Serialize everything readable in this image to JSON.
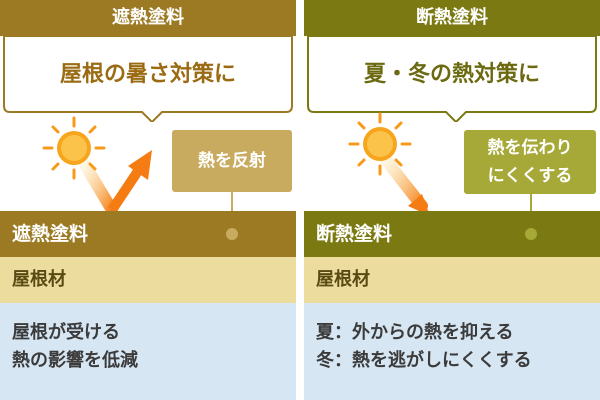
{
  "left": {
    "title": "遮熱塗料",
    "bubble_text": "屋根の暑さ対策に",
    "note_lines": [
      "熱を反射"
    ],
    "coating_label": "遮熱塗料",
    "roof_label": "屋根材",
    "info_lines": [
      "屋根が受ける",
      "熱の影響を低減"
    ]
  },
  "right": {
    "title": "断熱塗料",
    "bubble_text": "夏・冬の熱対策に",
    "note_lines": [
      "熱を伝わり",
      "にくくする"
    ],
    "coating_label": "断熱塗料",
    "roof_label": "屋根材",
    "info_lines": [
      "夏：外からの熱を抑える",
      "冬：熱を逃がしにくくする"
    ]
  },
  "colors": {
    "heat_arrow": "#f57c12",
    "sun_core": "#f7a51c",
    "sun_rays": "#f79a1a",
    "left_accent": "#9c7a23",
    "right_accent": "#7b7a12",
    "roof_layer": "#ecdd9e",
    "info_layer": "#d6e6f3"
  },
  "icons": [
    "sun-icon",
    "heat-arrow-icon"
  ]
}
